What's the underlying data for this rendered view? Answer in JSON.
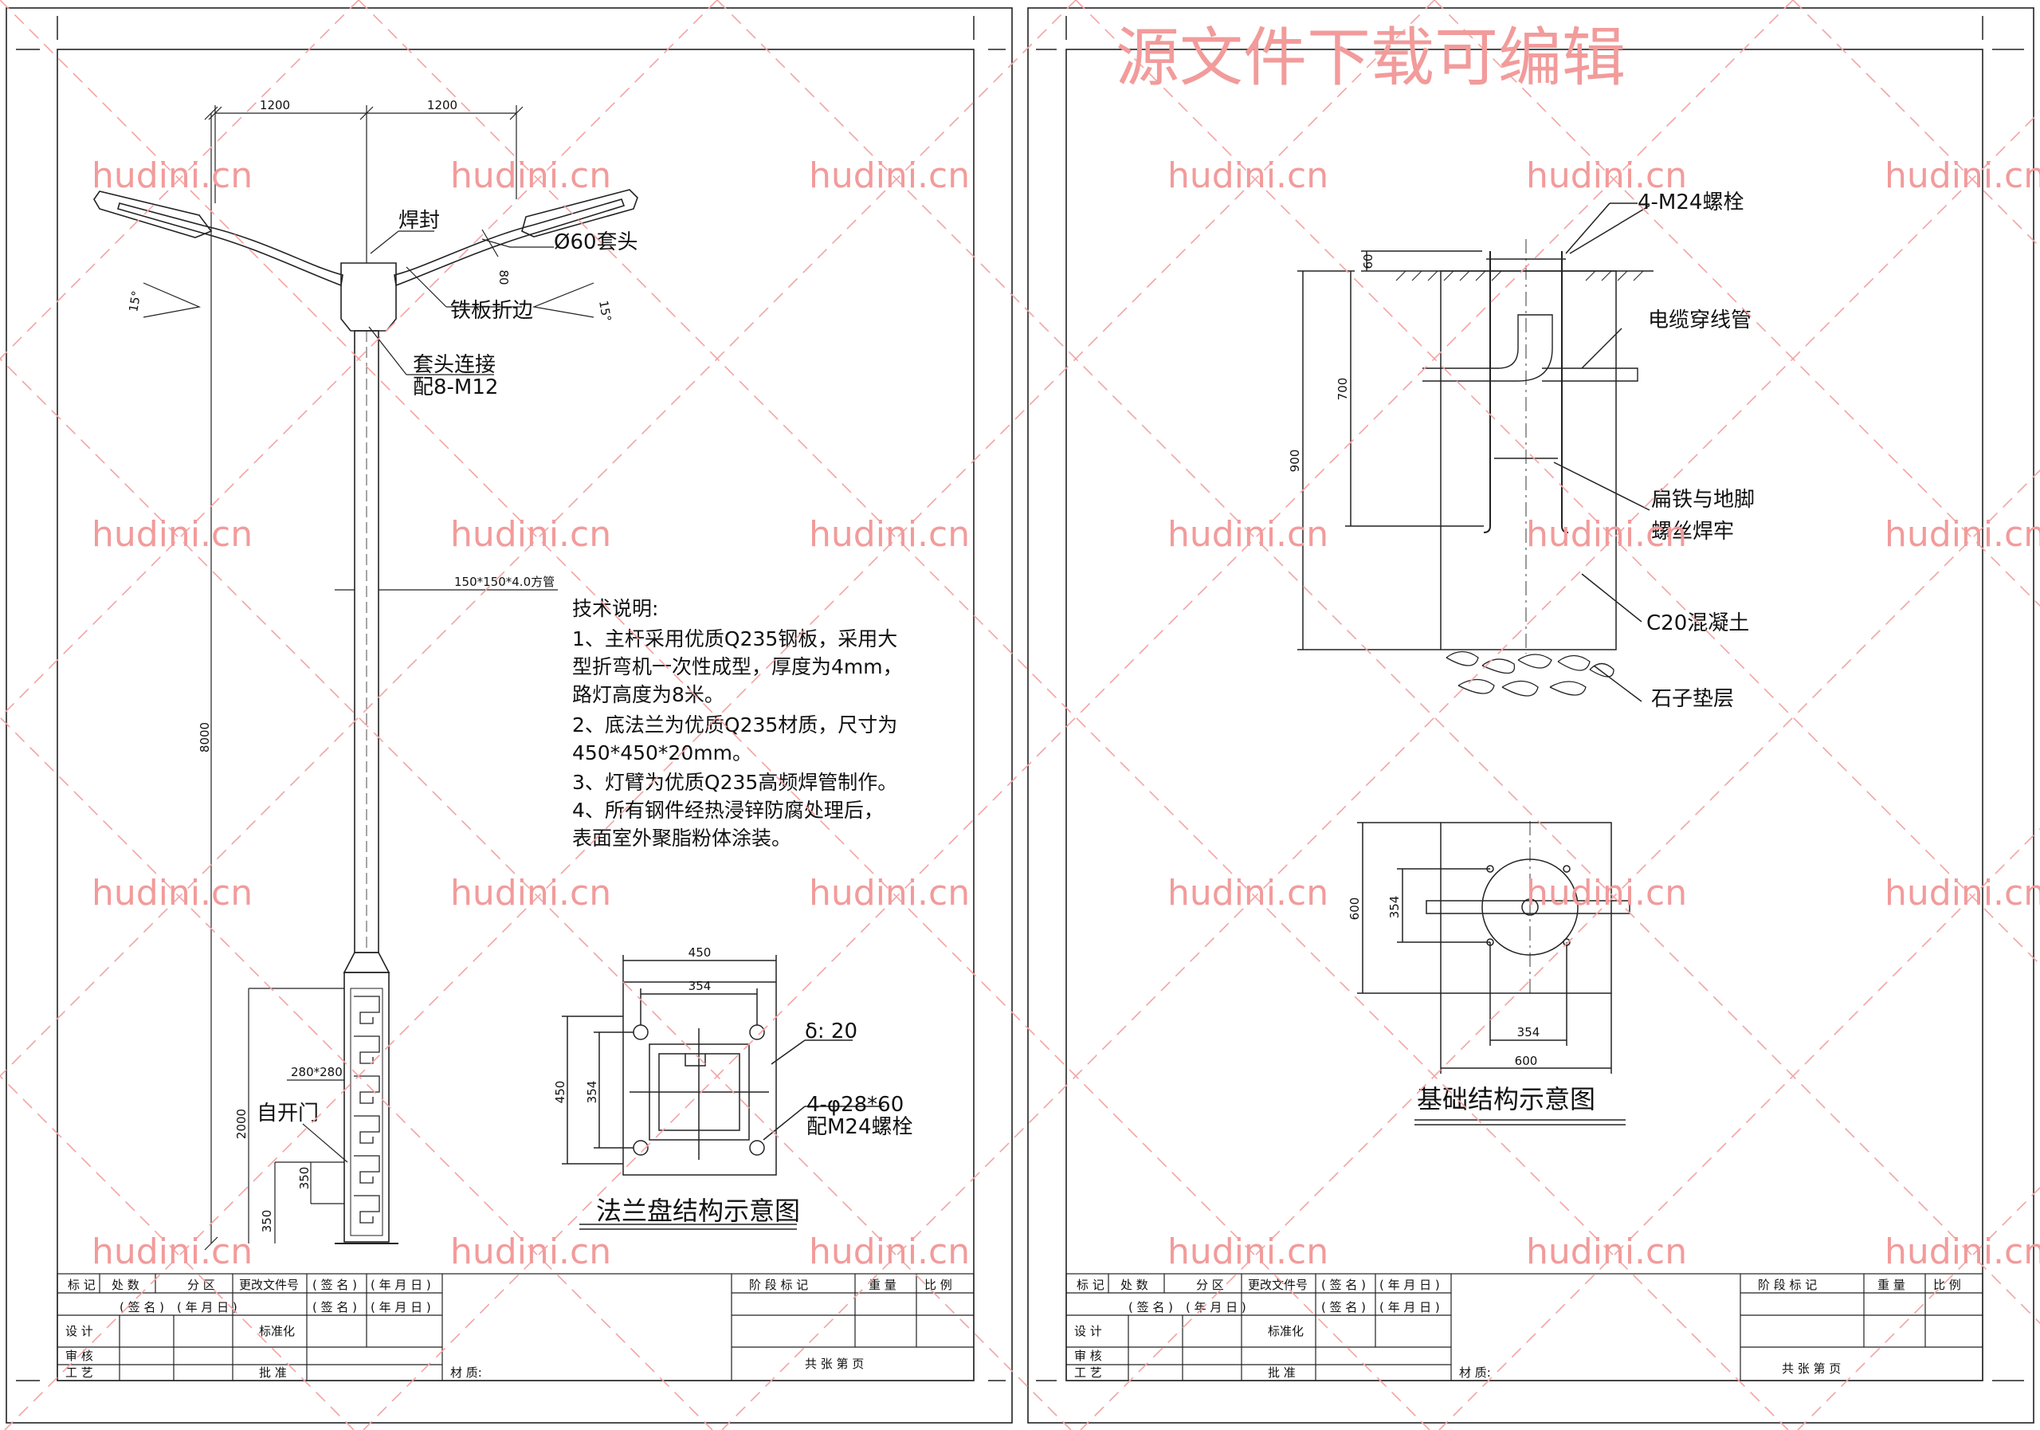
{
  "header_watermark": "源文件下载可编辑",
  "watermark_text": "hudini.cn",
  "left_sheet": {
    "dimensions": {
      "arm_left": "1200",
      "arm_right": "1200",
      "pole_height": "8000",
      "base_height": "2000",
      "door_height": "350",
      "door_offset": "350",
      "arm_tube": "80",
      "square_tube": "150*150*4.0方管",
      "base_section": "280*280",
      "angle_left": "15°",
      "angle_right": "15°"
    },
    "labels": {
      "weld": "焊封",
      "sleeve": "Ø60套头",
      "plate_fold": "铁板折边",
      "sleeve_connect": "套头连接",
      "bolts": "配8-M12",
      "door": "自开门"
    },
    "tech_notes": {
      "title": "技术说明:",
      "lines": [
        "1、主杆采用优质Q235钢板，采用大",
        "型折弯机一次性成型，厚度为4mm，",
        "路灯高度为8米。",
        "2、底法兰为优质Q235材质，尺寸为",
        "450*450*20mm。",
        "3、灯臂为优质Q235高频焊管制作。",
        "4、所有钢件经热浸锌防腐处理后，",
        "表面室外聚脂粉体涂装。"
      ]
    },
    "flange": {
      "title": "法兰盘结构示意图",
      "dim_outer_w": "450",
      "dim_inner_w": "354",
      "dim_outer_h": "450",
      "dim_inner_h": "354",
      "thickness": "δ: 20",
      "holes": "4-φ28*60",
      "holes_bolt": "配M24螺栓"
    }
  },
  "right_sheet": {
    "labels": {
      "bolts": "4-M24螺栓",
      "cable_pipe": "电缆穿线管",
      "weld_line1": "扁铁与地脚",
      "weld_line2": "螺丝焊牢",
      "concrete": "C20混凝土",
      "gravel": "石子垫层"
    },
    "dimensions": {
      "top": "60",
      "mid": "700",
      "total": "900",
      "plan_h": "600",
      "plan_inner_h": "354",
      "plan_inner_w": "354",
      "plan_w": "600"
    },
    "title": "基础结构示意图"
  },
  "title_block": {
    "mark": "标 记",
    "count": "处 数",
    "zone": "分 区",
    "change_doc": "更改文件号",
    "sign": "( 签 名 )",
    "date": "( 年 月 日 )",
    "stage_mark": "阶 段 标 记",
    "weight": "重 量",
    "scale": "比 例",
    "design": "设 计",
    "standardize": "标准化",
    "review": "审 核",
    "process": "工 艺",
    "approve": "批 准",
    "material": "材 质:",
    "sheet": "共   张   第   页"
  }
}
